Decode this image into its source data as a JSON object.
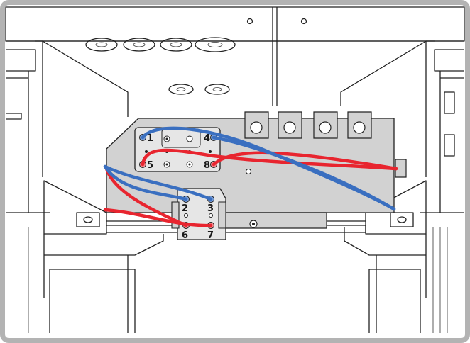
{
  "terminal_labels": {
    "t1": "1",
    "t2": "2",
    "t3": "3",
    "t4": "4",
    "t5": "5",
    "t6": "6",
    "t7": "7",
    "t8": "8"
  },
  "colors": {
    "blue_wire": "#3a6fc0",
    "red_wire": "#e8252f",
    "plate": "#d2d2d2",
    "frame_border": "#b3b3b3"
  }
}
